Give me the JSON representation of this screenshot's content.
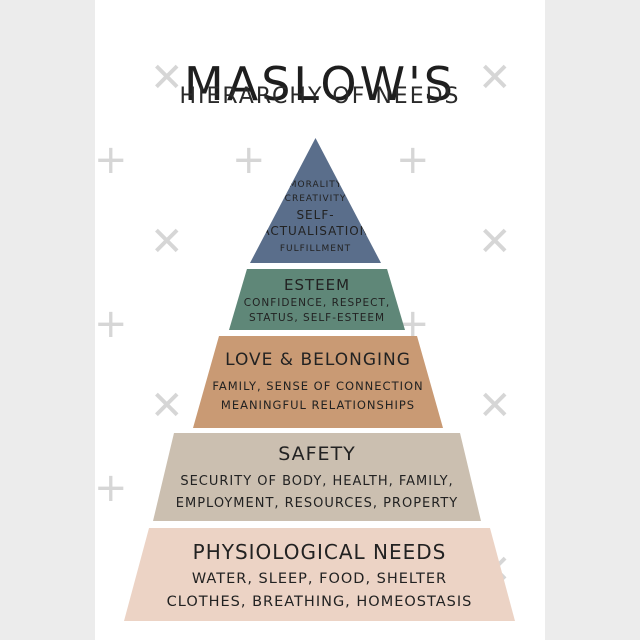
{
  "title": "MASLOW'S",
  "subtitle": "HIERARCHY OF NEEDS",
  "tiers": [
    {
      "name": "self-actualisation",
      "lines": [
        "MORALITY",
        "CREATIVITY",
        "SELF-",
        "ACTUALISATION",
        "FULFILLMENT"
      ],
      "color": "#5a6e8b"
    },
    {
      "heading": "ESTEEM",
      "desc": [
        "CONFIDENCE, RESPECT,",
        "STATUS, SELF-ESTEEM"
      ],
      "color": "#5f8778"
    },
    {
      "heading": "LOVE & BELONGING",
      "desc": [
        "FAMILY, SENSE OF CONNECTION",
        "MEANINGFUL RELATIONSHIPS"
      ],
      "color": "#c99a74"
    },
    {
      "heading": "SAFETY",
      "desc": [
        "SECURITY OF BODY, HEALTH, FAMILY,",
        "EMPLOYMENT, RESOURCES, PROPERTY"
      ],
      "color": "#cbbfb0"
    },
    {
      "heading": "PHYSIOLOGICAL NEEDS",
      "desc": [
        "WATER, SLEEP, FOOD, SHELTER",
        "CLOTHES, BREATHING, HOMEOSTASIS"
      ],
      "color": "#ecd3c5"
    }
  ]
}
